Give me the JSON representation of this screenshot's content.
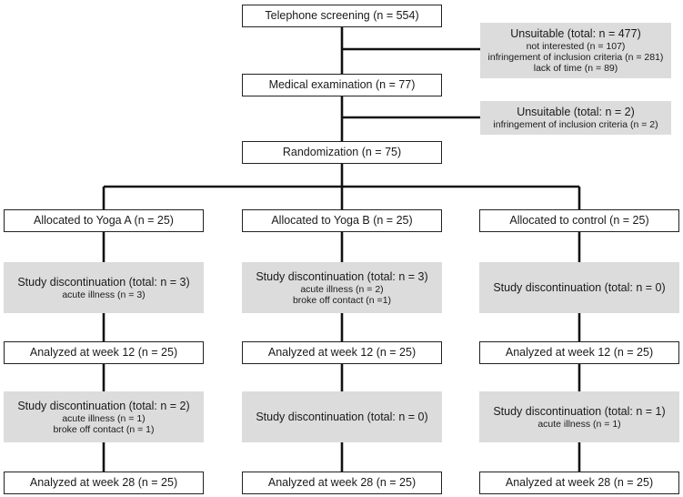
{
  "screening": {
    "label": "Telephone screening (n = 554)"
  },
  "unsuitable1": {
    "label": "Unsuitable (total: n = 477)",
    "details": [
      "not interested (n = 107)",
      "infringement of inclusion criteria (n = 281)",
      "lack of time (n = 89)"
    ]
  },
  "medical": {
    "label": "Medical examination (n = 77)"
  },
  "unsuitable2": {
    "label": "Unsuitable (total: n = 2)",
    "details": [
      "infringement of inclusion criteria (n = 2)"
    ]
  },
  "randomization": {
    "label": "Randomization (n = 75)"
  },
  "arms": [
    {
      "allocated": "Allocated to Yoga A (n = 25)",
      "disc1": {
        "label": "Study discontinuation (total: n = 3)",
        "details": [
          "acute illness (n = 3)"
        ]
      },
      "week12": "Analyzed at week 12 (n = 25)",
      "disc2": {
        "label": "Study discontinuation (total: n = 2)",
        "details": [
          "acute illness (n = 1)",
          "broke off contact (n = 1)"
        ]
      },
      "week28": "Analyzed at week 28 (n = 25)"
    },
    {
      "allocated": "Allocated to Yoga B (n = 25)",
      "disc1": {
        "label": "Study discontinuation (total: n = 3)",
        "details": [
          "acute illness (n = 2)",
          "broke off contact (n =1)"
        ]
      },
      "week12": "Analyzed at week 12 (n = 25)",
      "disc2": {
        "label": "Study discontinuation (total: n = 0)",
        "details": []
      },
      "week28": "Analyzed at week 28 (n = 25)"
    },
    {
      "allocated": "Allocated to control (n = 25)",
      "disc1": {
        "label": "Study discontinuation (total: n = 0)",
        "details": []
      },
      "week12": "Analyzed at week 12 (n = 25)",
      "disc2": {
        "label": "Study discontinuation (total: n = 1)",
        "details": [
          "acute illness (n = 1)"
        ]
      },
      "week28": "Analyzed at week 28 (n = 25)"
    }
  ]
}
